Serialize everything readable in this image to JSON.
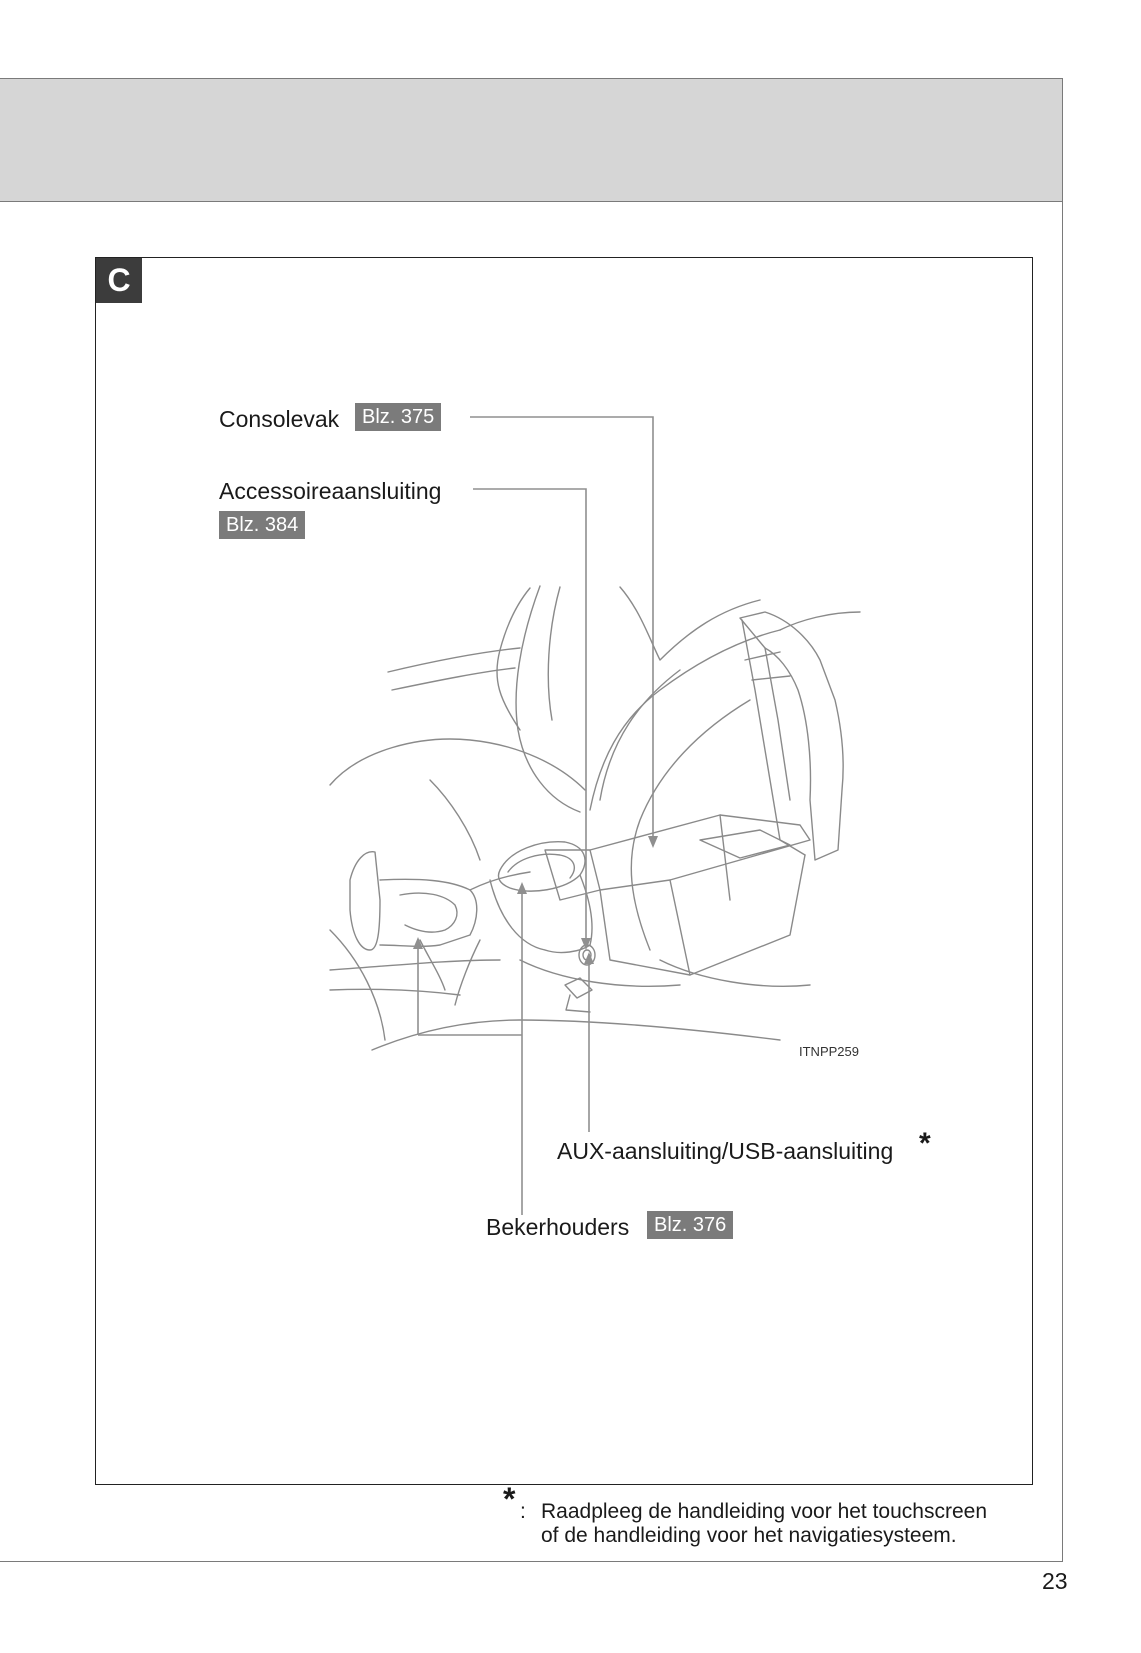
{
  "section": {
    "badge": "C"
  },
  "callouts": {
    "console_box": {
      "label": "Consolevak",
      "ref": "Blz. 375"
    },
    "accessory_socket": {
      "label": "Accessoireaansluiting",
      "ref": "Blz. 384"
    },
    "aux_usb": {
      "label": "AUX-aansluiting/USB-aansluiting",
      "mark": "*"
    },
    "cup_holders": {
      "label": "Bekerhouders",
      "ref": "Blz. 376"
    }
  },
  "figure": {
    "code": "ITNPP259"
  },
  "footnote": {
    "mark": "*",
    "separator": ":",
    "line1": "Raadpleeg de handleiding voor het touchscreen",
    "line2": "of de handleiding voor het navigatiesysteem."
  },
  "page": {
    "number": "23"
  },
  "colors": {
    "header_band": "#d6d6d6",
    "badge_background": "#3c3c3c",
    "pageref_background": "#7b7b7b",
    "line_art": "#8a8a8a"
  }
}
